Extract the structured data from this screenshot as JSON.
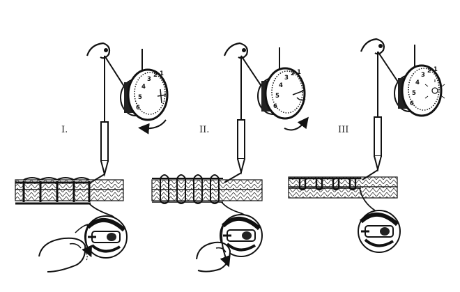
{
  "panels": [
    {
      "id": "panel-1",
      "label": "I.",
      "dial_numbers": [
        "6",
        "5",
        "4",
        "3",
        "2",
        "1"
      ],
      "tension": "too-tight"
    },
    {
      "id": "panel-2",
      "label": "II.",
      "dial_numbers": [
        "6",
        "5",
        "4",
        "3",
        "2",
        "1"
      ],
      "tension": "too-loose"
    },
    {
      "id": "panel-3",
      "label": "III",
      "dial_numbers": [
        "6",
        "5",
        "4",
        "3",
        "2",
        "1"
      ],
      "tension": "correct"
    }
  ],
  "colors": {
    "ink": "#111111",
    "paper": "#ffffff"
  },
  "icons": [
    "needle-icon",
    "tension-dial-icon",
    "bobbin-case-icon",
    "finger-icon",
    "rotation-arrow-icon"
  ]
}
